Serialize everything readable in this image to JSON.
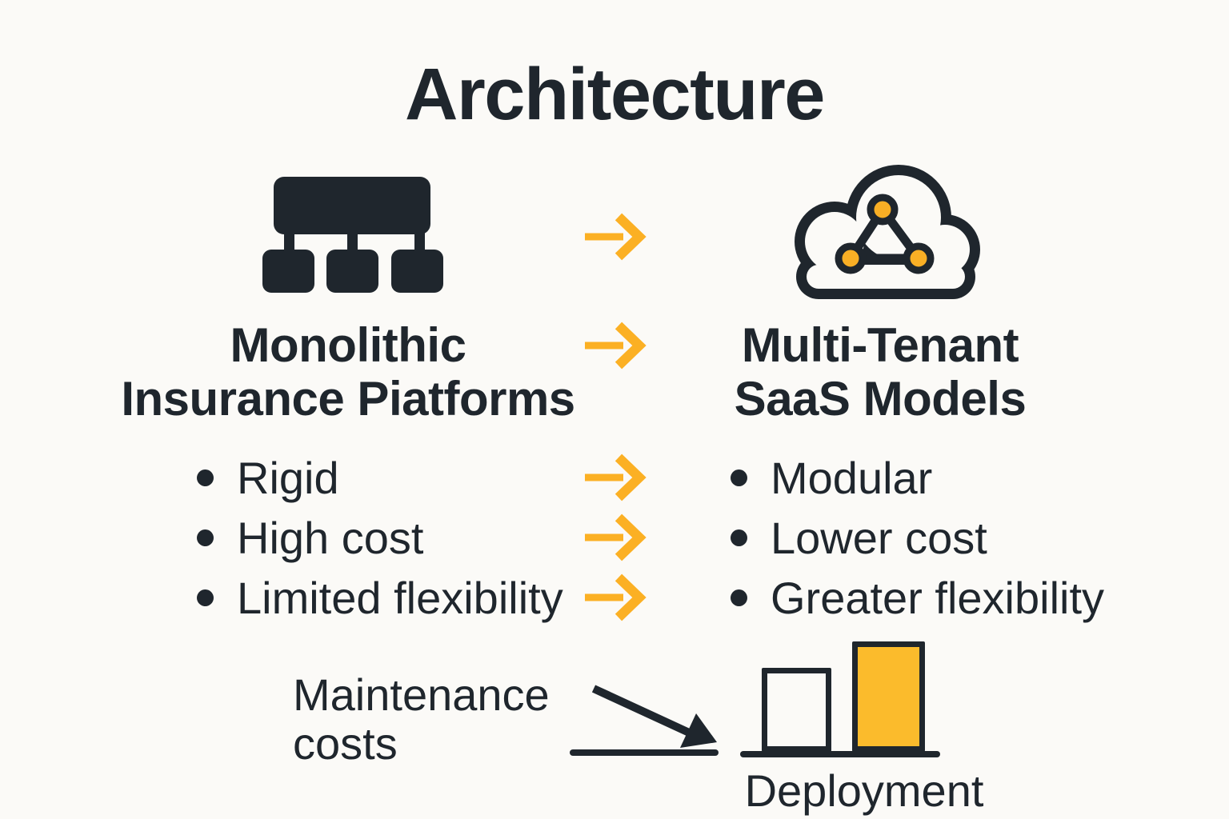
{
  "title": "Architecture",
  "colors": {
    "background": "#FBFAF7",
    "ink": "#1F262D",
    "accent": "#FBB024",
    "bar_fill": "#FBBB2C",
    "node_fill": "#F9AF25"
  },
  "left_column": {
    "icon": "monolith-blocks-icon",
    "heading_line1": "Monolithic",
    "heading_line2": "Insurance Piatforms",
    "bullets": [
      "Rigid",
      "High cost",
      "Limited flexibility"
    ]
  },
  "right_column": {
    "icon": "cloud-network-icon",
    "heading_line1": "Multi-Tenant",
    "heading_line2": "SaaS Models",
    "bullets": [
      "Modular",
      "Lower cost",
      "Greater flexibility"
    ]
  },
  "transition": {
    "arrow_icon": "right-arrow-icon",
    "arrow_count": 5
  },
  "footer": {
    "label_line1": "Maintenance",
    "label_line2": "costs",
    "trend_icon": "downtrend-arrow-icon",
    "chart_label": "Deployment"
  },
  "chart_data": {
    "type": "bar",
    "title": "Deployment",
    "categories": [
      "bar-1-outlined",
      "bar-2-highlighted"
    ],
    "values_relative": [
      0.75,
      1.0
    ],
    "bar_fills": [
      "none",
      "#FBBB2C"
    ],
    "xlabel": "Deployment",
    "grid": "off",
    "axis": "baseline-only"
  }
}
